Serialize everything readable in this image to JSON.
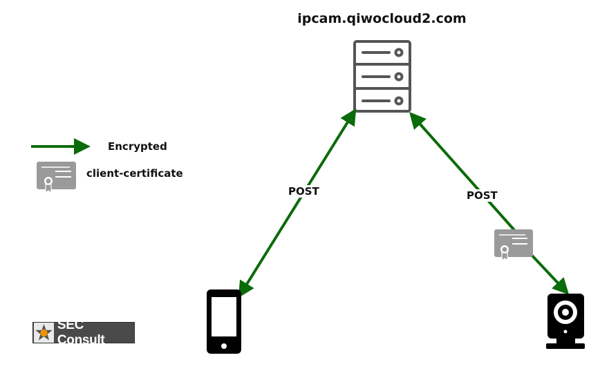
{
  "server": {
    "hostname": "ipcam.qiwocloud2.com",
    "icon": "server-icon"
  },
  "legend": {
    "encrypted_label": "Encrypted",
    "certificate_label": "client-certificate",
    "arrow_color": "#0a6b0a",
    "certificate_color": "#9a9a9a"
  },
  "connections": {
    "phone_label": "POST",
    "camera_label": "POST"
  },
  "devices": {
    "phone_icon": "smartphone-icon",
    "camera_icon": "ip-camera-icon"
  },
  "logo": {
    "text": "SEC Consult"
  }
}
